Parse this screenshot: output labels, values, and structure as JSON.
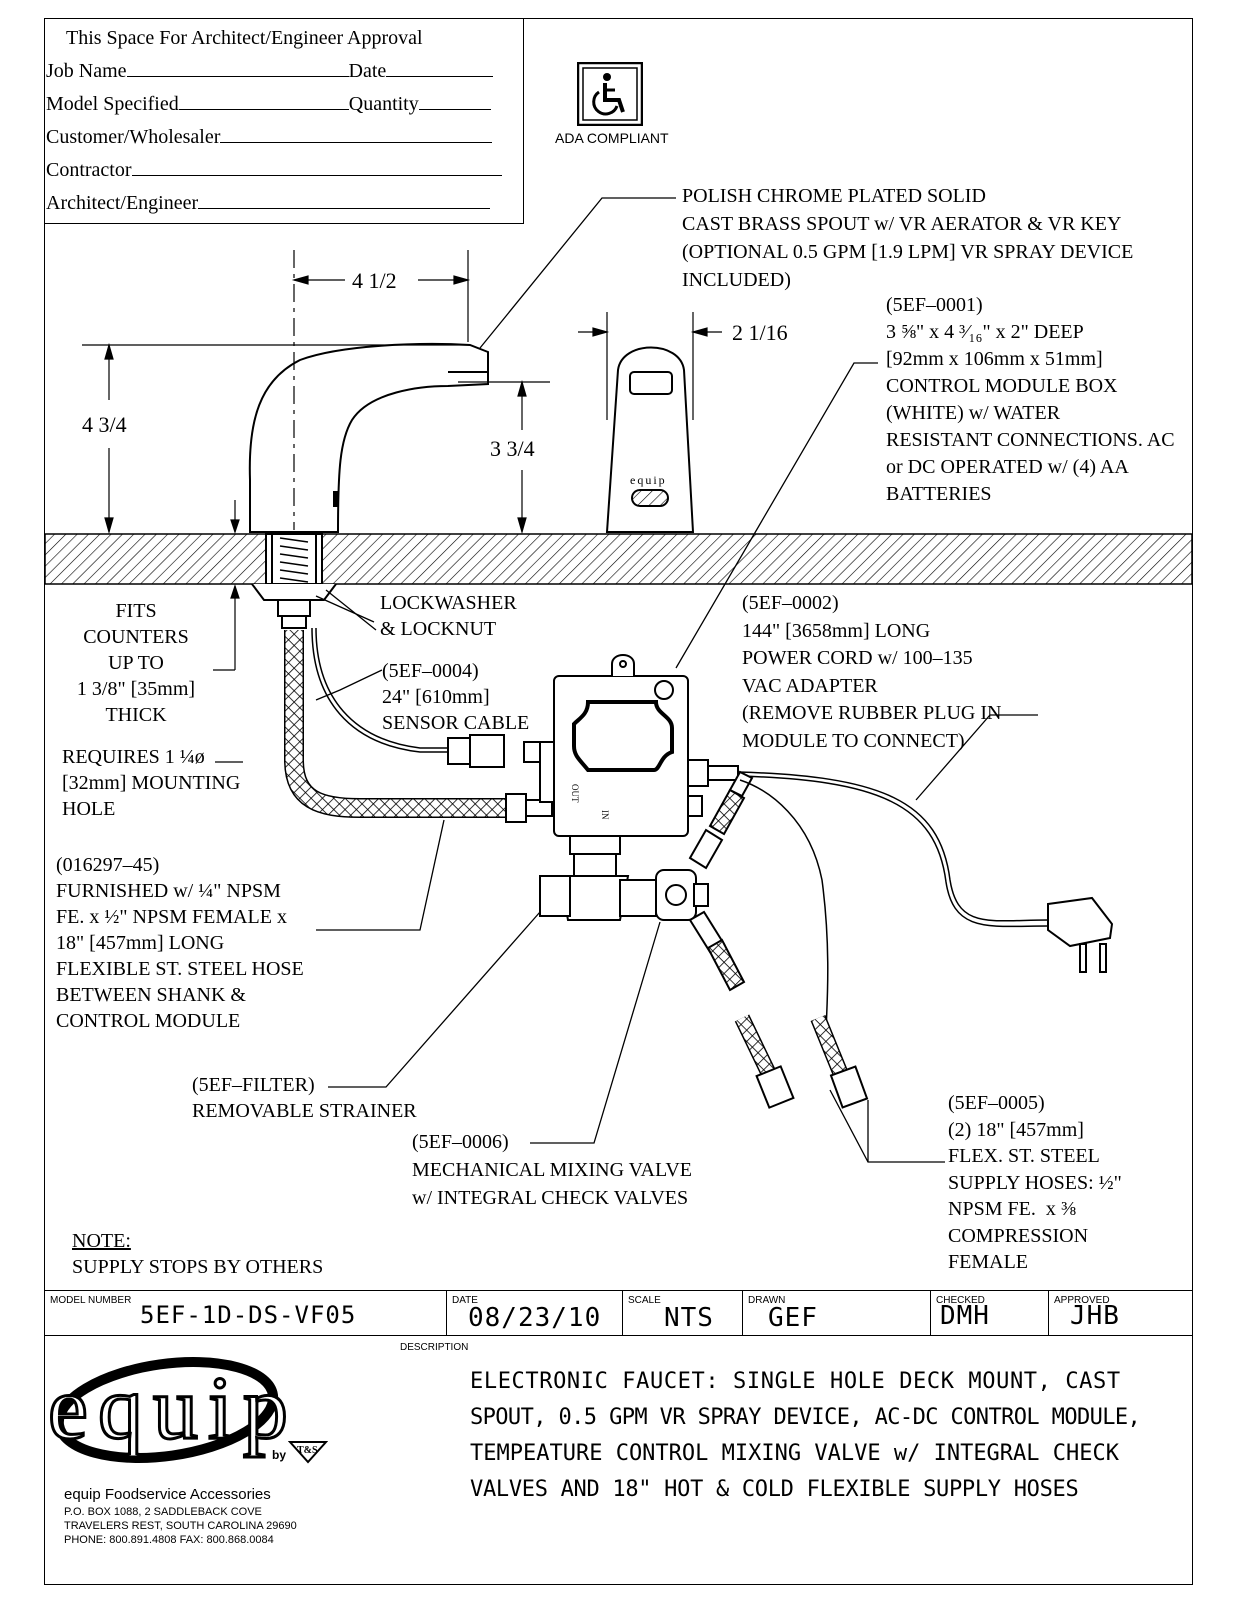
{
  "approval_box": {
    "title": "This Space For Architect/Engineer Approval",
    "fields": [
      "Job Name",
      "Date",
      "Model Specified",
      "Quantity",
      "Customer/Wholesaler",
      "Contractor",
      "Architect/Engineer"
    ]
  },
  "ada": {
    "label": "ADA COMPLIANT",
    "icon": "wheelchair-icon"
  },
  "dimensions": {
    "spout_reach": "4 1/2",
    "height": "4 3/4",
    "spout_clearance": "3 3/4",
    "width": "2 1/16"
  },
  "faucet_brand": "equip",
  "callouts": {
    "spout": "POLISH CHROME PLATED SOLID\nCAST BRASS SPOUT w/ VR AERATOR & VR KEY\n(OPTIONAL 0.5 GPM [1.9 LPM] VR SPRAY DEVICE\nINCLUDED)",
    "control_box": "(5EF–0001)\n3 ⅝\" x 4 ³⁄₁₆\" x 2\" DEEP\n[92mm x 106mm x 51mm]\nCONTROL MODULE BOX\n(WHITE) w/ WATER\nRESISTANT CONNECTIONS. AC\nor DC OPERATED w/ (4) AA\nBATTERIES",
    "fits_counters": "FITS\nCOUNTERS\nUP TO\n1 3/8\" [35mm]\nTHICK",
    "lockwasher": "LOCKWASHER\n& LOCKNUT",
    "sensor_cable": "(5EF–0004)\n24\" [610mm]\nSENSOR CABLE",
    "power_cord": "(5EF–0002)\n144\" [3658mm] LONG\nPOWER CORD w/ 100–135\nVAC ADAPTER\n(REMOVE RUBBER PLUG IN\nMODULE TO CONNECT)",
    "mounting_hole": "REQUIRES 1 ¼ø\n[32mm] MOUNTING\nHOLE",
    "hose": "(016297–45)\nFURNISHED w/ ¼\" NPSM\nFE. x ½\" NPSM FEMALE x\n18\" [457mm] LONG\nFLEXIBLE ST. STEEL HOSE\nBETWEEN SHANK &\nCONTROL MODULE",
    "strainer": "(5EF–FILTER)\nREMOVABLE STRAINER",
    "mixing_valve": "(5EF–0006)\nMECHANICAL MIXING VALVE\nw/ INTEGRAL CHECK VALVES",
    "supply_hoses": "(5EF–0005)\n(2) 18\" [457mm]\nFLEX. ST. STEEL\nSUPPLY HOSES: ½\"\nNPSM FE.  x ⅜\nCOMPRESSION\nFEMALE",
    "note_title": "NOTE:",
    "note_body": "SUPPLY STOPS BY OTHERS"
  },
  "module_marks": {
    "out": "OUT",
    "in": "IN"
  },
  "title_block": {
    "model_number_label": "MODEL NUMBER",
    "model_number": "5EF-1D-DS-VF05",
    "date_label": "DATE",
    "date": "08/23/10",
    "scale_label": "SCALE",
    "scale": "NTS",
    "drawn_label": "DRAWN",
    "drawn": "GEF",
    "checked_label": "CHECKED",
    "checked": "DMH",
    "approved_label": "APPROVED",
    "approved": "JHB",
    "description_label": "DESCRIPTION",
    "description": [
      "ELECTRONIC FAUCET: SINGLE HOLE DECK MOUNT, CAST",
      "SPOUT, 0.5 GPM VR SPRAY DEVICE, AC-DC CONTROL MODULE,",
      "TEMPEATURE CONTROL MIXING VALVE w/ INTEGRAL CHECK",
      "VALVES AND 18\" HOT & COLD FLEXIBLE SUPPLY HOSES"
    ]
  },
  "company": {
    "logo": "equip",
    "by": "by",
    "ts_logo": "T&S",
    "name": "equip Foodservice Accessories",
    "address1": "P.O. BOX 1088, 2 SADDLEBACK COVE",
    "address2": "TRAVELERS REST, SOUTH CAROLINA 29690",
    "phone": "PHONE: 800.891.4808    FAX: 800.868.0084"
  }
}
